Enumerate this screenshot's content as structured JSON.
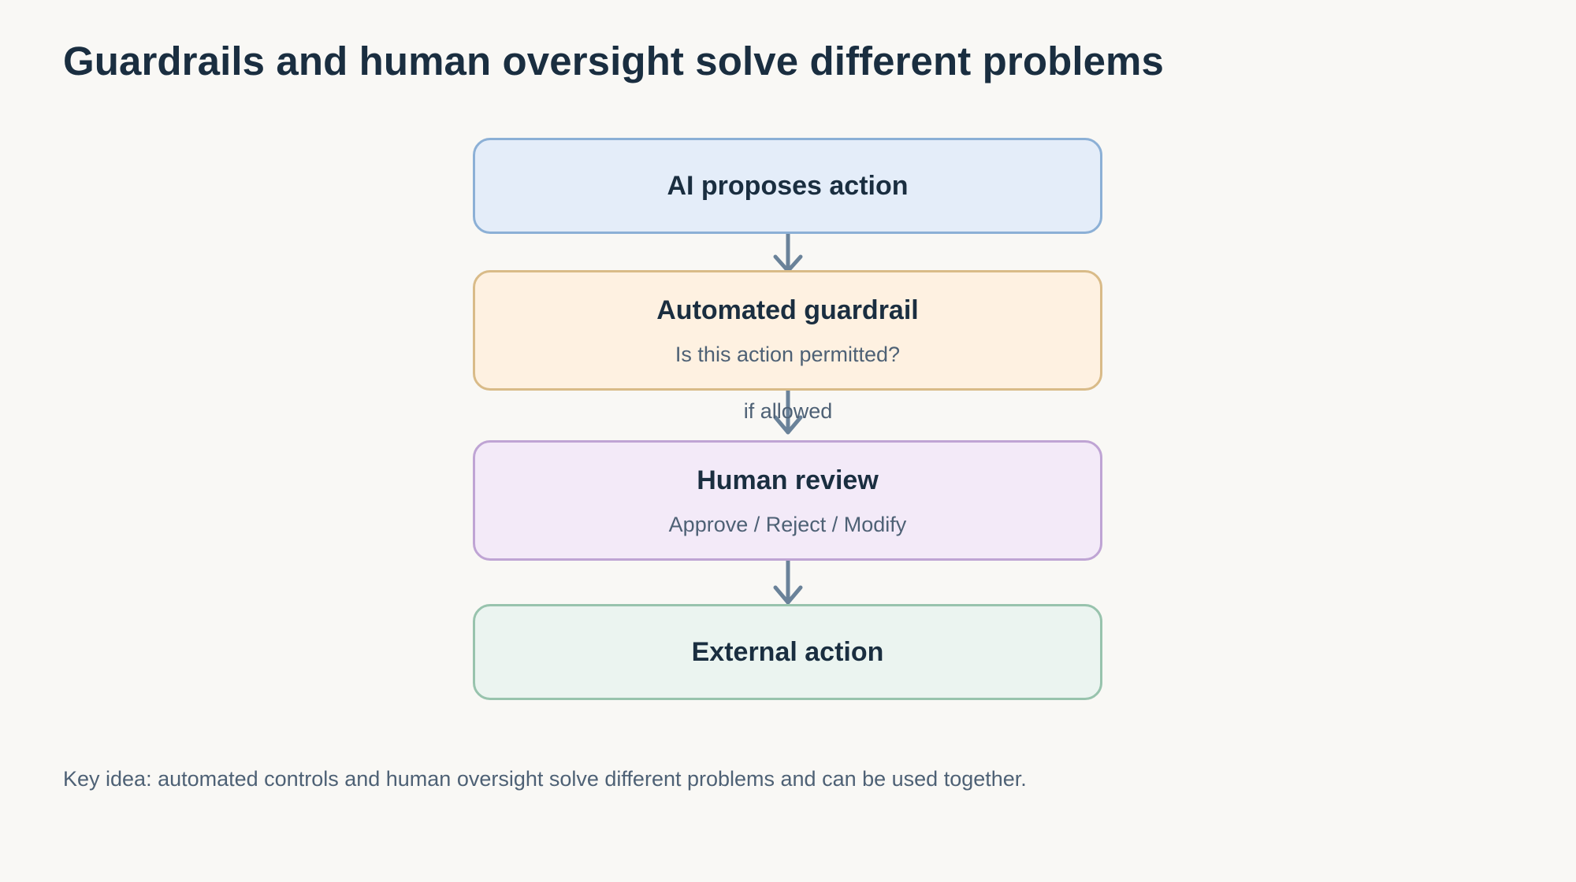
{
  "title": "Guardrails and human oversight solve different problems",
  "nodes": [
    {
      "id": "propose",
      "title": "AI proposes action",
      "subtitle": ""
    },
    {
      "id": "guardrail",
      "title": "Automated guardrail",
      "subtitle": "Is this action permitted?"
    },
    {
      "id": "review",
      "title": "Human review",
      "subtitle": "Approve / Reject / Modify"
    },
    {
      "id": "external",
      "title": "External action",
      "subtitle": ""
    }
  ],
  "edges": [
    {
      "from": "propose",
      "to": "guardrail",
      "label": ""
    },
    {
      "from": "guardrail",
      "to": "review",
      "label": "if allowed"
    },
    {
      "from": "review",
      "to": "external",
      "label": ""
    }
  ],
  "footnote": "Key idea: automated controls and human oversight solve different problems and can be used together.",
  "colors": {
    "background": "#f9f8f5",
    "arrow": "#6a8299",
    "propose_fill": "#e4edf9",
    "propose_border": "#8cb0d6",
    "guardrail_fill": "#fef1e1",
    "guardrail_border": "#d9bb88",
    "review_fill": "#f3eaf8",
    "review_border": "#bfa4d4",
    "external_fill": "#ebf4f0",
    "external_border": "#98c3ad"
  }
}
